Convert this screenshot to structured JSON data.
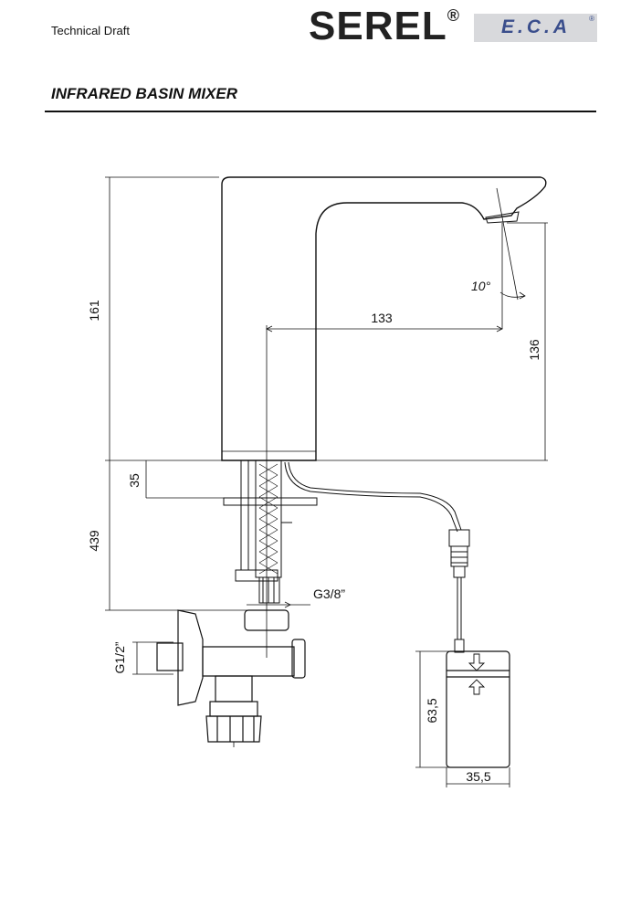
{
  "header": {
    "label": "Technical Draft",
    "brand": "SEREL",
    "brand_mark": "®",
    "partner_logo": "E.C.A",
    "partner_mark": "®"
  },
  "title": "INFRARED BASIN MIXER",
  "dimensions": {
    "overall_height": "161",
    "spout_reach": "133",
    "spout_height": "136",
    "spout_angle": "10°",
    "base_thickness": "35",
    "hose_length": "439",
    "hose_thread": "G3/8”",
    "inlet_thread": "G1/2”",
    "box_height": "63,5",
    "box_width": "35,5"
  },
  "colors": {
    "line": "#111111",
    "logo_bg": "#d8d9dc",
    "logo_text": "#3a4e8c"
  }
}
